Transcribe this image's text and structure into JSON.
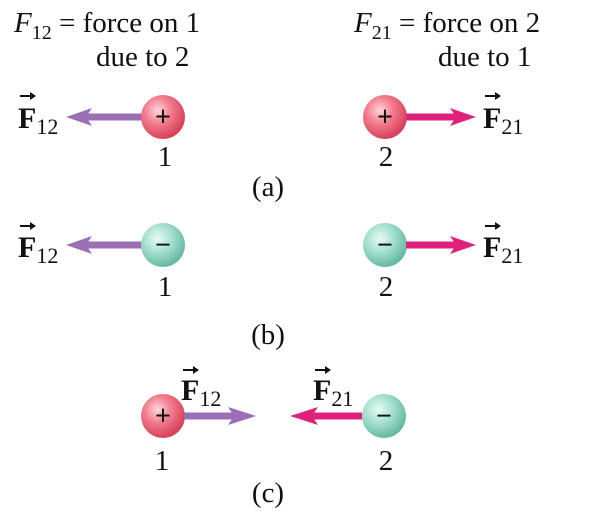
{
  "header": {
    "left": {
      "symbol": "F",
      "sub": "12",
      "line1": " = force on 1",
      "line2": "due to 2"
    },
    "right": {
      "symbol": "F",
      "sub": "21",
      "line1": " = force on 2",
      "line2": "due to 1"
    }
  },
  "vector_labels": {
    "f12": {
      "main": "F",
      "sub": "12"
    },
    "f21": {
      "main": "F",
      "sub": "21"
    }
  },
  "signs": {
    "plus": "+",
    "minus": "−"
  },
  "charge_numbers": {
    "one": "1",
    "two": "2"
  },
  "panel_labels": {
    "a": "(a)",
    "b": "(b)",
    "c": "(c)"
  },
  "colors": {
    "positive_charge": "#e8536a",
    "negative_charge": "#7fcbb8",
    "force_on_1_arrow": "#9a6fb5",
    "force_on_2_arrow": "#e0207d"
  }
}
